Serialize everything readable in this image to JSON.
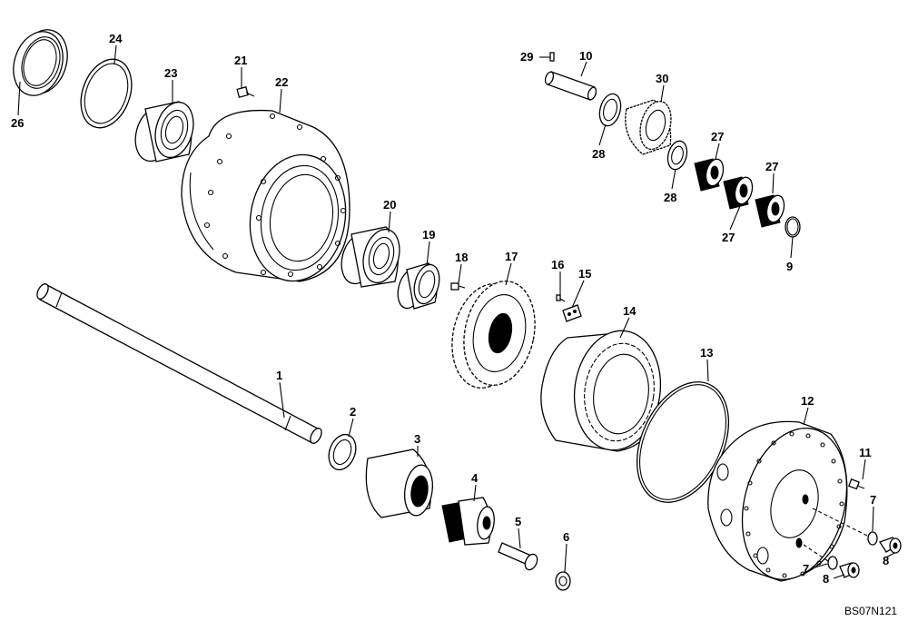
{
  "diagram_code": "BS07N121",
  "callouts": [
    "1",
    "2",
    "3",
    "4",
    "5",
    "6",
    "7",
    "8",
    "9",
    "10",
    "11",
    "12",
    "13",
    "14",
    "15",
    "16",
    "17",
    "18",
    "19",
    "20",
    "21",
    "22",
    "23",
    "24",
    "26",
    "27",
    "28",
    "29",
    "30"
  ],
  "callout_labels": {
    "c1": "1",
    "c2": "2",
    "c3": "3",
    "c4": "4",
    "c5": "5",
    "c6": "6",
    "c7a": "7",
    "c7b": "7",
    "c8a": "8",
    "c8b": "8",
    "c9": "9",
    "c10": "10",
    "c11": "11",
    "c12": "12",
    "c13": "13",
    "c14": "14",
    "c15": "15",
    "c16": "16",
    "c17": "17",
    "c18": "18",
    "c19": "19",
    "c20": "20",
    "c21": "21",
    "c22": "22",
    "c23": "23",
    "c24": "24",
    "c26": "26",
    "c27a": "27",
    "c27b": "27",
    "c27c": "27",
    "c28a": "28",
    "c28b": "28",
    "c29": "29",
    "c30": "30"
  }
}
